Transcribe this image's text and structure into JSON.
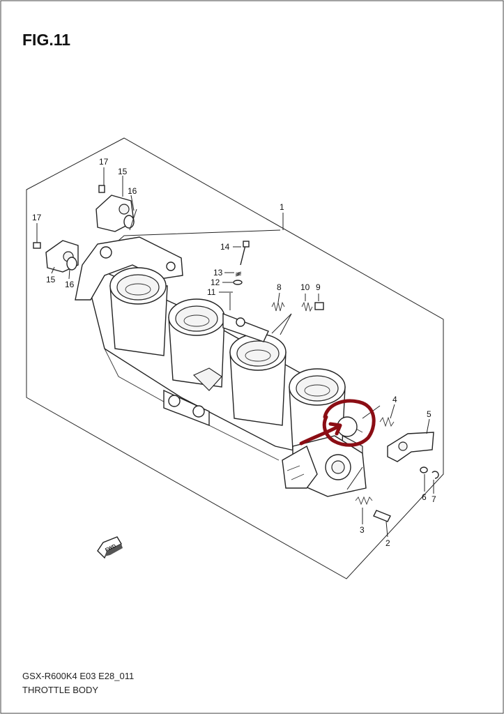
{
  "figure_title": "FIG.11",
  "footer_model": "GSX-R600K4 E03 E28_011",
  "footer_name": "THROTTLE BODY",
  "fwd_label": "FWD",
  "annotation_color": "#8b0d14",
  "callouts": [
    {
      "id": "c17a",
      "label": "17"
    },
    {
      "id": "c15a",
      "label": "15"
    },
    {
      "id": "c16a",
      "label": "16"
    },
    {
      "id": "c17b",
      "label": "17"
    },
    {
      "id": "c15b",
      "label": "15"
    },
    {
      "id": "c16b",
      "label": "16"
    },
    {
      "id": "c1",
      "label": "1"
    },
    {
      "id": "c14",
      "label": "14"
    },
    {
      "id": "c13",
      "label": "13"
    },
    {
      "id": "c12",
      "label": "12"
    },
    {
      "id": "c11",
      "label": "11"
    },
    {
      "id": "c8",
      "label": "8"
    },
    {
      "id": "c10",
      "label": "10"
    },
    {
      "id": "c9",
      "label": "9"
    },
    {
      "id": "c4",
      "label": "4"
    },
    {
      "id": "c5",
      "label": "5"
    },
    {
      "id": "c6",
      "label": "6"
    },
    {
      "id": "c7",
      "label": "7"
    },
    {
      "id": "c3",
      "label": "3"
    },
    {
      "id": "c2",
      "label": "2"
    }
  ]
}
